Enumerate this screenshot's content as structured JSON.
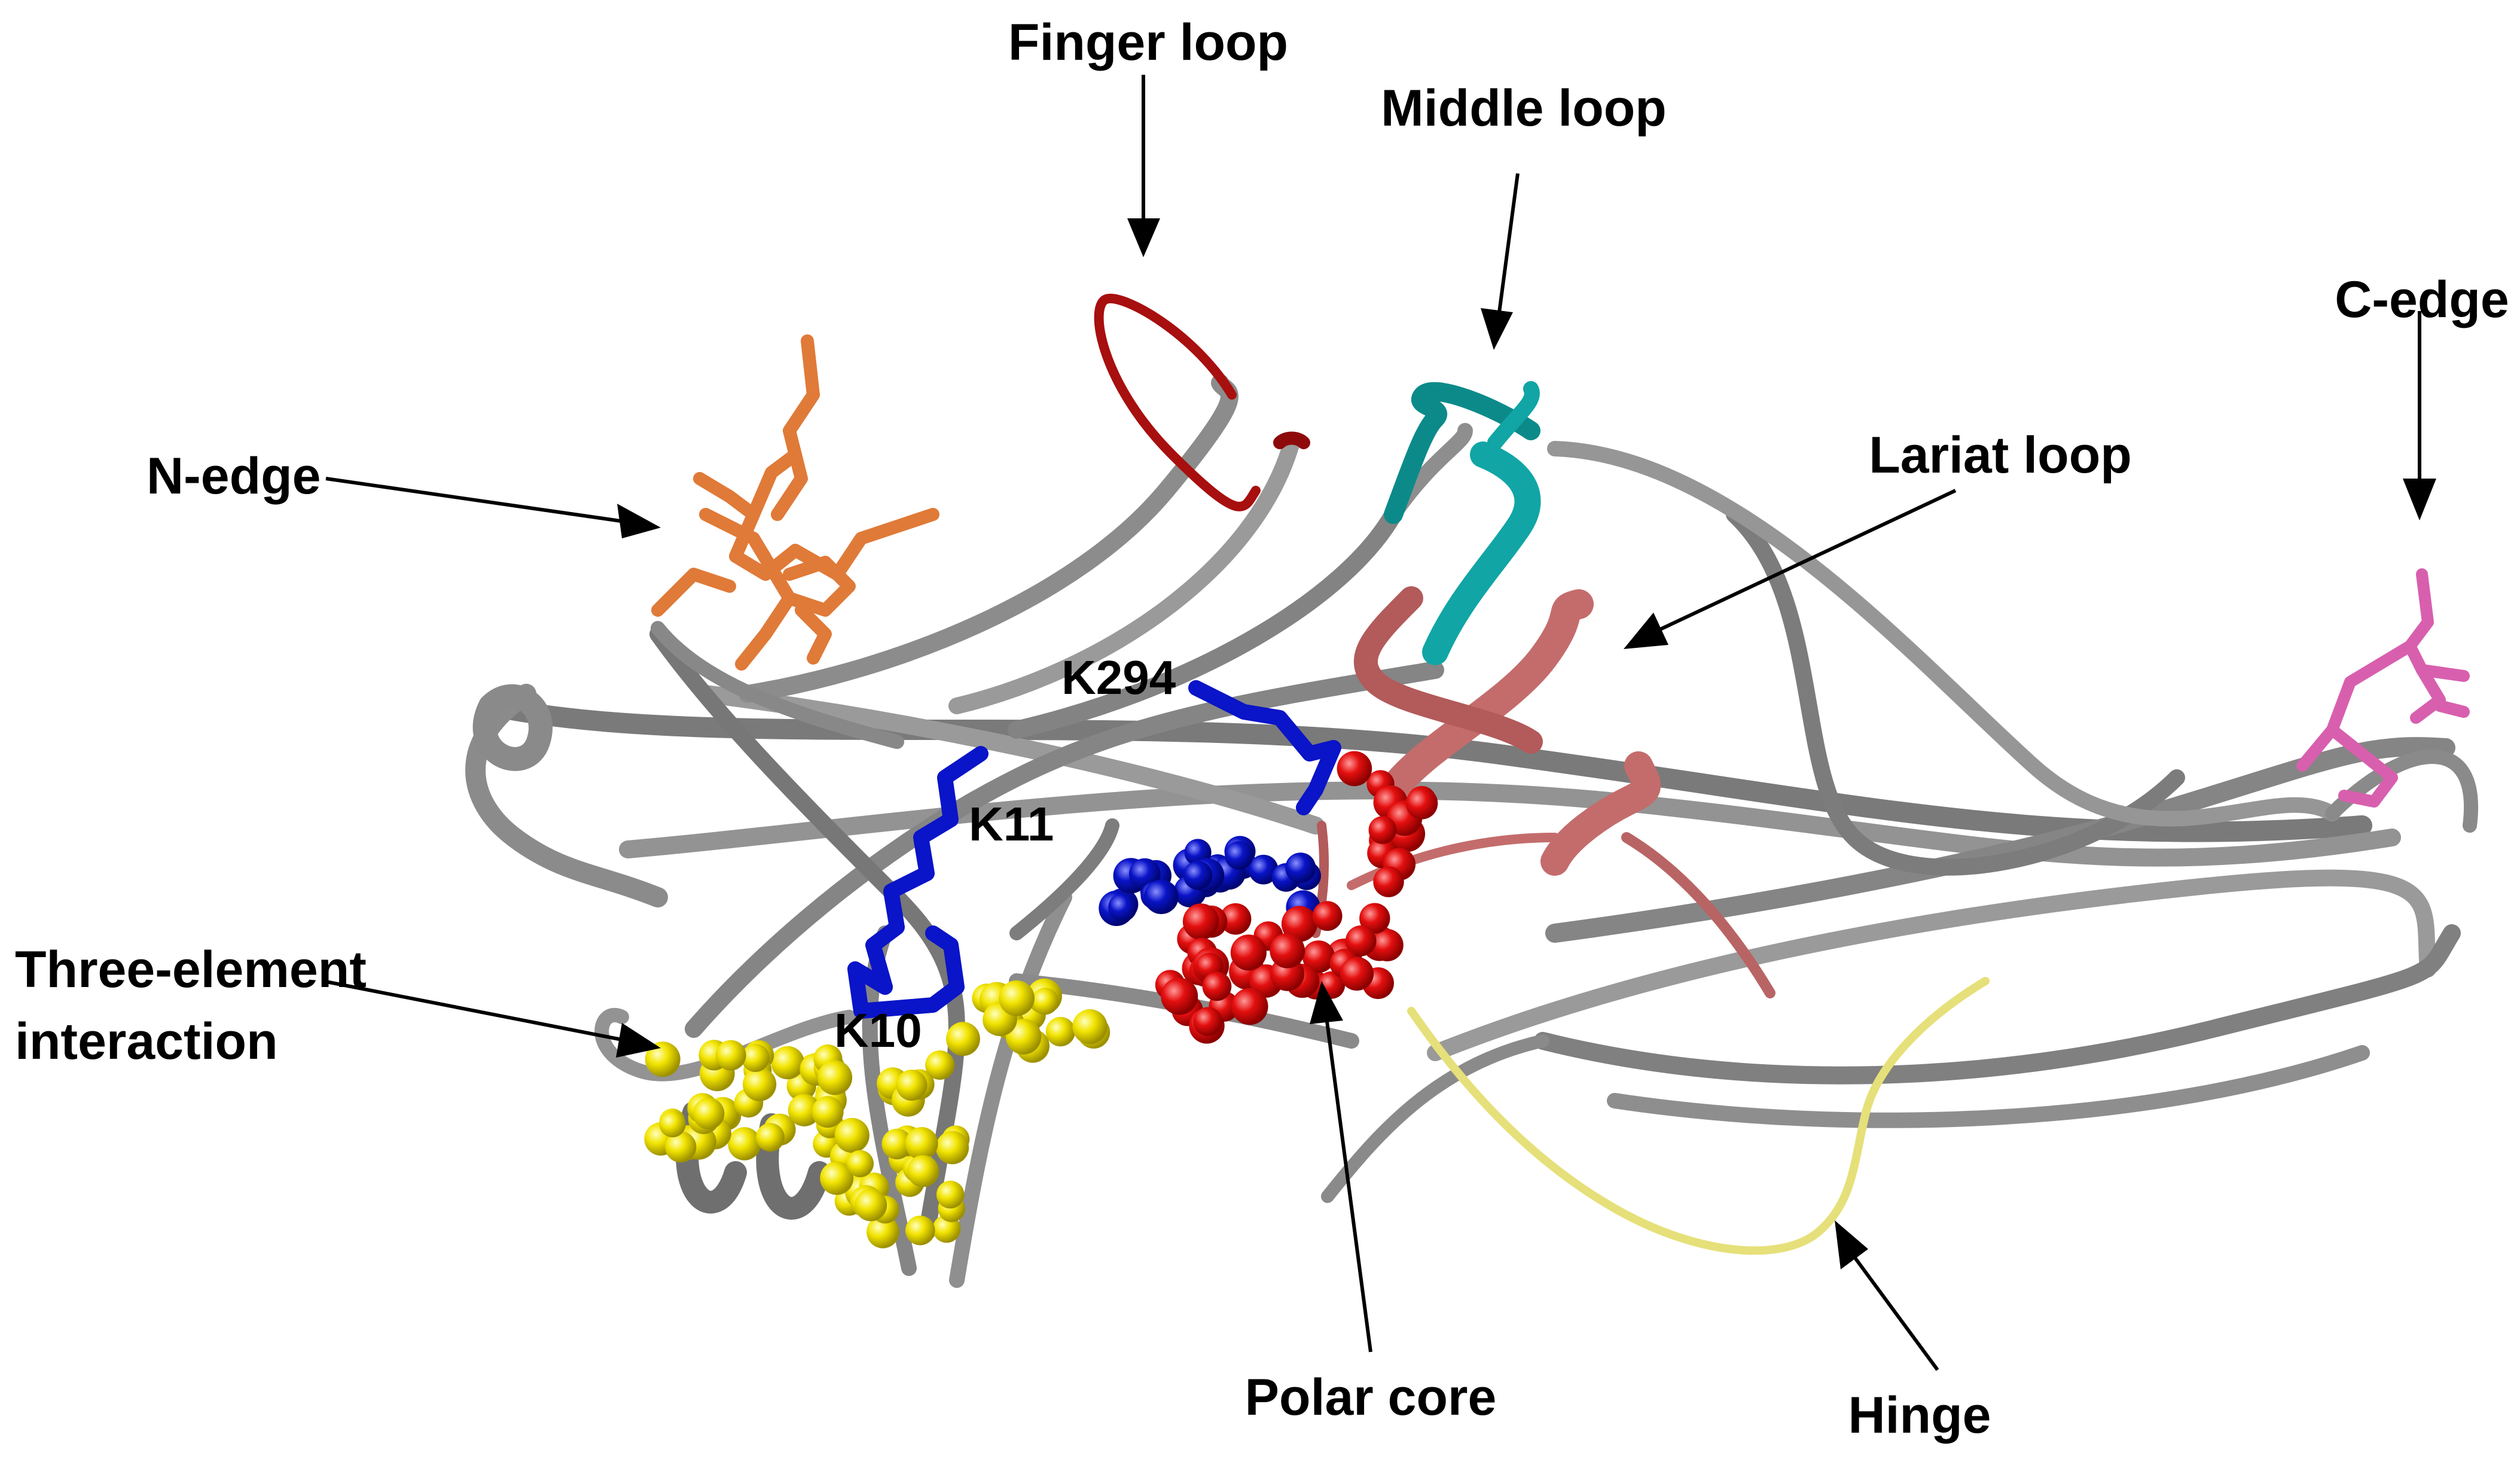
{
  "labels": {
    "finger_loop": "Finger loop",
    "middle_loop": "Middle loop",
    "c_edge": "C-edge",
    "n_edge": "N-edge",
    "lariat_loop": "Lariat loop",
    "three_element_1": "Three-element",
    "three_element_2": "interaction",
    "polar_core": "Polar core",
    "hinge": "Hinge"
  },
  "residues": {
    "k294": "K294",
    "k11": "K11",
    "k10": "K10"
  },
  "colors": {
    "backbone": "#8c8c8c",
    "backbone_dark": "#5e5e5e",
    "finger_loop": "#a80f0f",
    "middle_loop": "#11a5a5",
    "lariat_loop": "#c46c6c",
    "n_edge": "#e07a38",
    "c_edge": "#d85fae",
    "lysine": "#0a14c8",
    "polar_core": "#e40f0f",
    "three_element": "#f2e400",
    "hinge": "#e6e07a",
    "label": "#000000"
  }
}
